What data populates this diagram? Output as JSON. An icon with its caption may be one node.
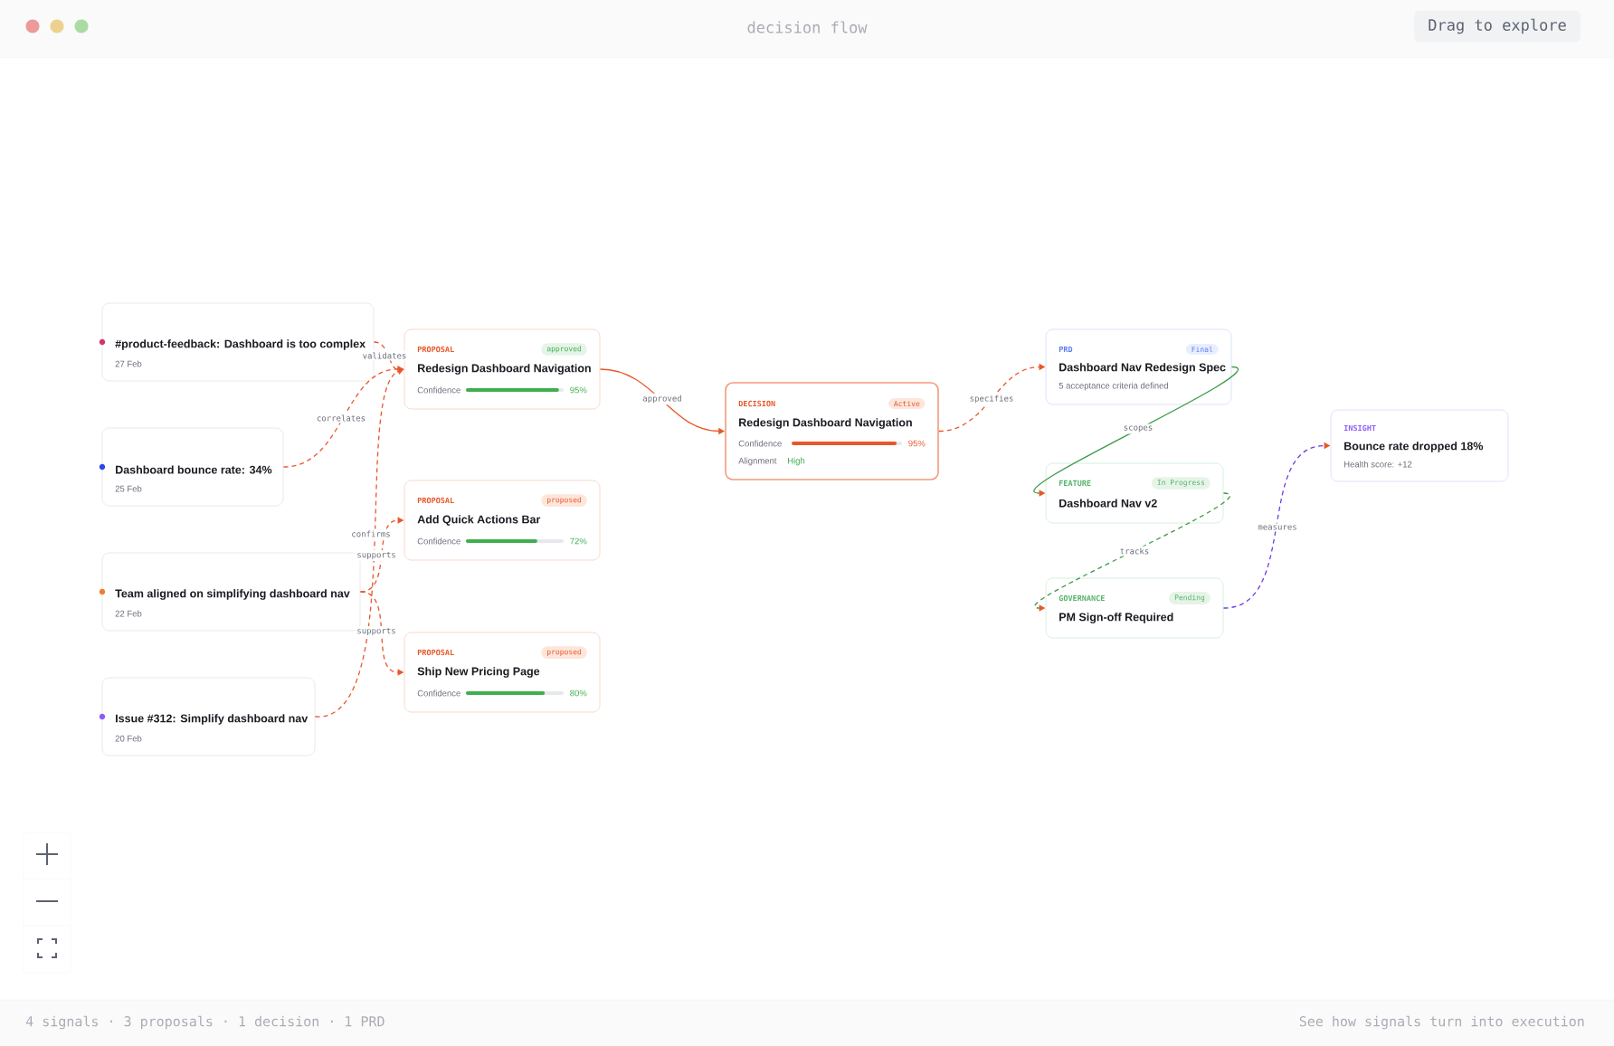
{
  "diagram": {
    "title": "decision flow",
    "nodes": [
      {
        "text": [
          "#product-feedback: Dashboard is too complex",
          "27 Feb"
        ]
      },
      {
        "text": [
          "Dashboard bounce rate: 34%",
          "25 Feb"
        ]
      },
      {
        "text": [
          "Team aligned on simplifying dashboard nav",
          "22 Feb"
        ]
      },
      {
        "text": [
          "Issue #312: Simplify dashboard nav",
          "20 Feb"
        ]
      },
      {
        "text": [
          "PROPOSAL",
          "approved",
          "Redesign Dashboard Navigation",
          "Confidence",
          "95%"
        ]
      },
      {
        "text": [
          "PROPOSAL",
          "proposed",
          "Add Quick Actions Bar",
          "Confidence",
          "72%"
        ]
      },
      {
        "text": [
          "PROPOSAL",
          "proposed",
          "Ship New Pricing Page",
          "Confidence",
          "80%"
        ]
      },
      {
        "text": [
          "DECISION",
          "Active",
          "Redesign Dashboard Navigation",
          "Confidence",
          "95%",
          "Alignment",
          "High"
        ]
      },
      {
        "text": [
          "PRD",
          "Final",
          "Dashboard Nav Redesign Spec",
          "5 acceptance criteria defined"
        ]
      },
      {
        "text": [
          "FEATURE",
          "In Progress",
          "Dashboard Nav v2"
        ]
      },
      {
        "text": [
          "GOVERNANCE",
          "Pending",
          "PM Sign-off Required"
        ]
      },
      {
        "text": [
          "INSIGHT",
          "Bounce rate dropped 18%",
          "Health score: +12"
        ]
      }
    ],
    "edges": [
      {
        "from": 0,
        "to": 4,
        "arrow": "to",
        "label": "validates",
        "style": "dashed"
      },
      {
        "from": 1,
        "to": 4,
        "arrow": "to",
        "label": "correlates",
        "style": "dashed"
      },
      {
        "from": 3,
        "to": 4,
        "arrow": "to",
        "label": "confirms",
        "style": "dashed"
      },
      {
        "from": 2,
        "to": 5,
        "arrow": "to",
        "label": "supports",
        "style": "dashed"
      },
      {
        "from": 2,
        "to": 6,
        "arrow": "to",
        "label": "supports",
        "style": "dashed"
      },
      {
        "from": 4,
        "to": 7,
        "arrow": "to",
        "label": "approved"
      },
      {
        "from": 7,
        "to": 8,
        "arrow": "to",
        "label": "specifies",
        "style": "dashed"
      },
      {
        "from": 8,
        "to": 9,
        "arrow": "to",
        "label": "scopes",
        "color": "#3a9a48"
      },
      {
        "from": 9,
        "to": 10,
        "arrow": "to",
        "label": "tracks",
        "style": "dashed",
        "color": "#3a9a48"
      },
      {
        "from": 10,
        "to": 11,
        "arrow": "to",
        "label": "measures",
        "style": "dashed",
        "color": "#6d3ce0"
      }
    ],
    "labels": [
      "Drag to explore",
      "4 signals · 3 proposals · 1 decision · 1 PRD",
      "See how signals turn into execution"
    ]
  }
}
